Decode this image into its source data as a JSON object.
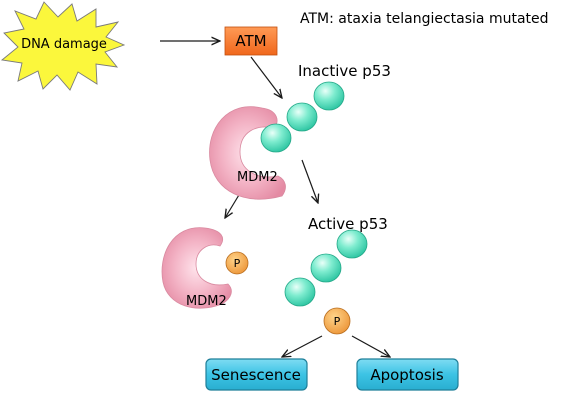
{
  "note": "ATM: ataxia telangiectasia mutated",
  "dna_damage": "DNA damage",
  "atm": "ATM",
  "inactive_p53": "Inactive p53",
  "mdm2_top": "MDM2",
  "mdm2_bottom": "MDM2",
  "active_p53": "Active p53",
  "phospho_mdm2": "P",
  "phospho_p53": "P",
  "senescence": "Senescence",
  "apoptosis": "Apoptosis",
  "colors": {
    "burst": "#fbf73c",
    "atm_box": "#f57a30",
    "outcome_box": "#40c7e6",
    "p53_bead": "#5ee3c5",
    "mdm2": "#f0a4b8",
    "phosphate": "#f2a24a"
  }
}
